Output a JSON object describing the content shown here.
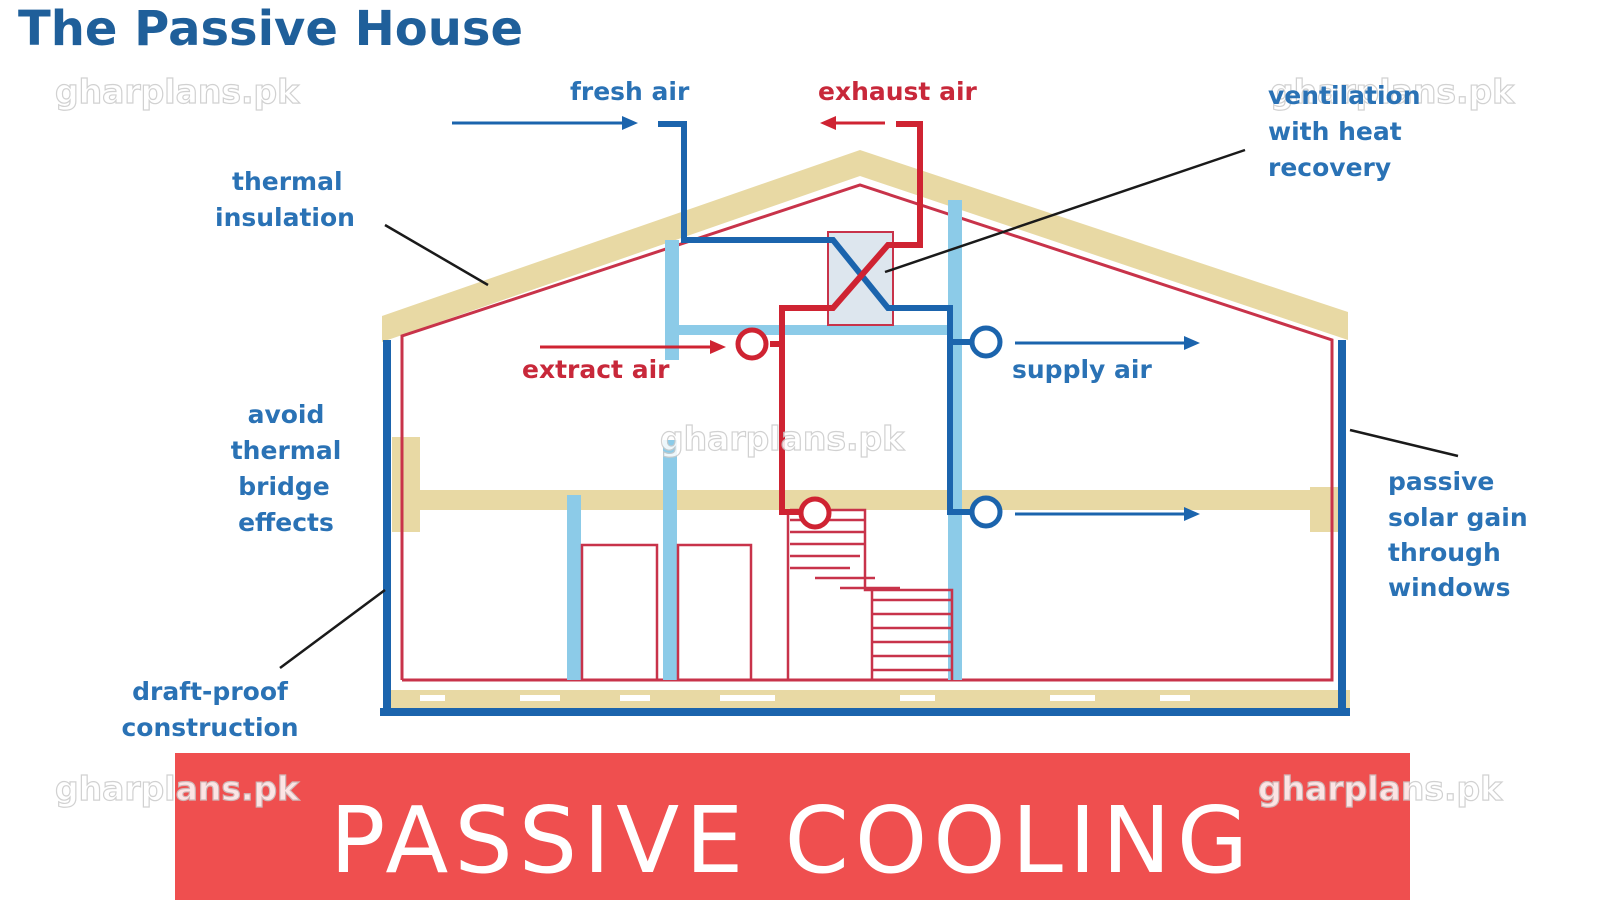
{
  "title": "The Passive House",
  "banner": {
    "text": "PASSIVE COOLING"
  },
  "watermark": "gharplans.pk",
  "labels": {
    "fresh_air": "fresh air",
    "exhaust_air": "exhaust air",
    "ventilation": [
      "ventilation",
      "with heat",
      "recovery"
    ],
    "thermal_insulation": [
      "thermal",
      "insulation"
    ],
    "extract_air": "extract air",
    "supply_air": "supply air",
    "avoid_thermal_bridge": [
      "avoid",
      "thermal",
      "bridge",
      "effects"
    ],
    "passive_solar": [
      "passive",
      "solar gain",
      "through",
      "windows"
    ],
    "draft_proof": [
      "draft-proof",
      "construction"
    ]
  },
  "colors": {
    "title": "#1f5f9a",
    "blue_duct": "#1b64ad",
    "red_duct": "#cf2332",
    "light_blue": "#8ccbe8",
    "insulation": "#e8d9a4",
    "inner_wall": "#c8334a",
    "banner": "#ef4f4f",
    "label_blue": "#2a72b5",
    "label_red": "#c8283a"
  }
}
